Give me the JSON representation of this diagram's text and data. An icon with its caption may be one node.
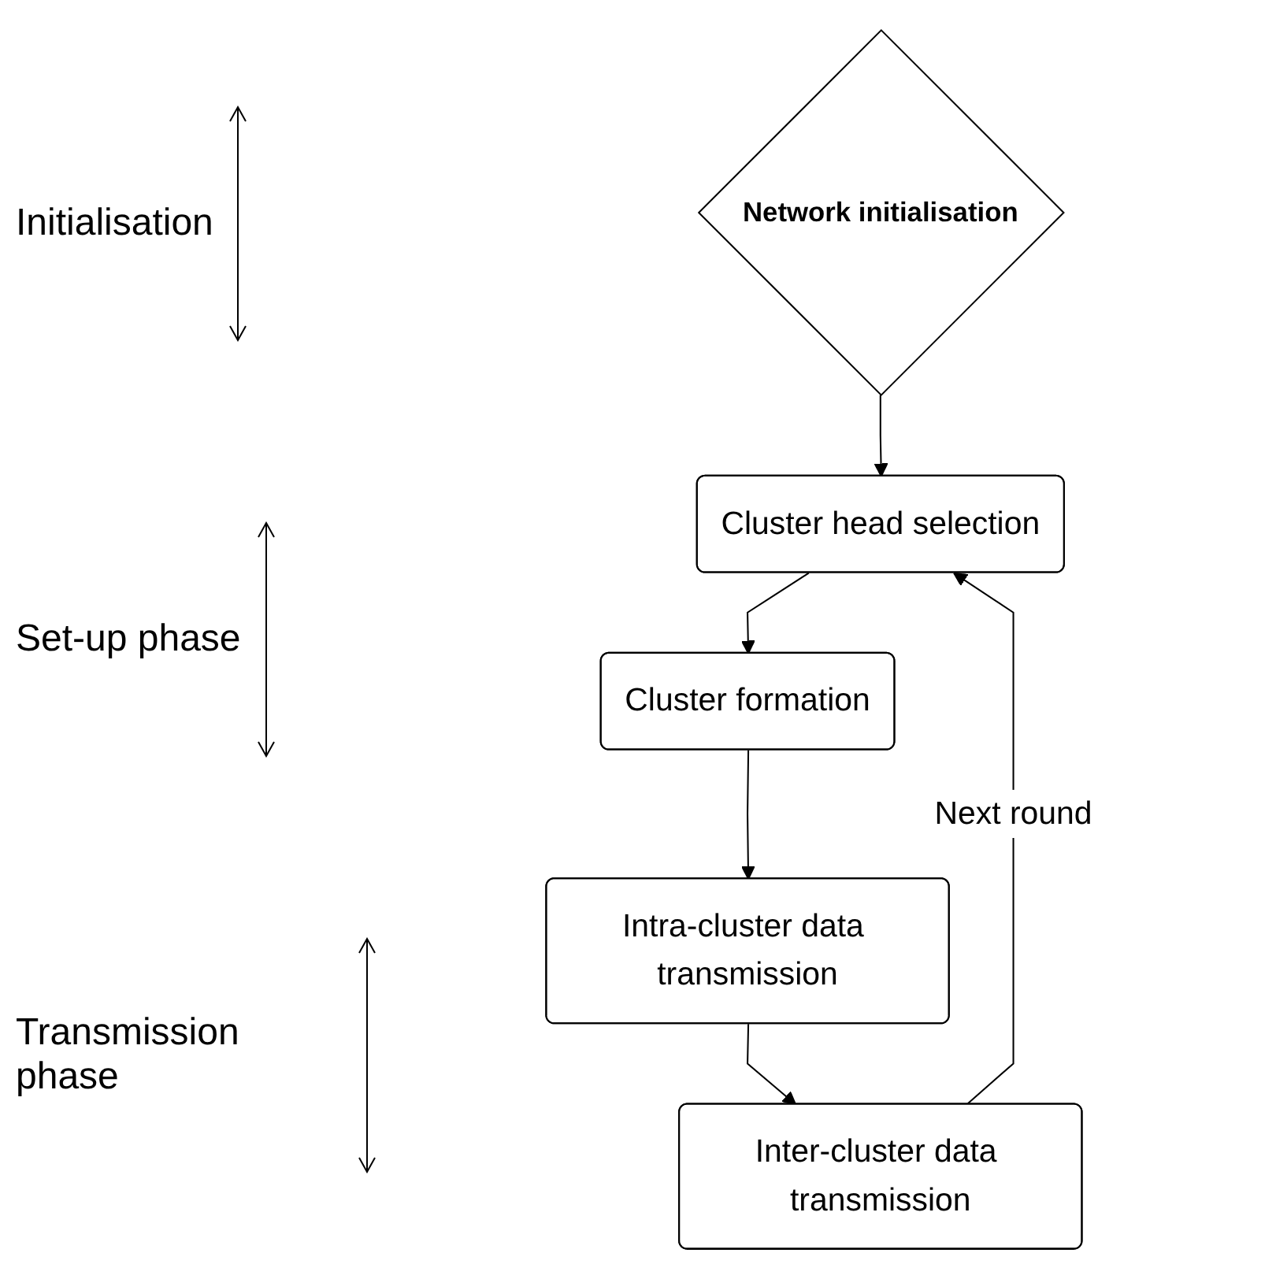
{
  "diagram": {
    "nodes": [
      {
        "text": [
          "Network initialisation"
        ]
      },
      {
        "text": [
          "Cluster head selection"
        ]
      },
      {
        "text": [
          "Cluster formation"
        ]
      },
      {
        "text": [
          "Intra-cluster data transmission"
        ]
      },
      {
        "text": [
          "Inter-cluster data transmission"
        ]
      }
    ],
    "edges": [
      {
        "from": 0,
        "to": 1,
        "arrow": "to"
      },
      {
        "from": 1,
        "to": 2,
        "arrow": "to"
      },
      {
        "from": 2,
        "to": 3,
        "arrow": "to"
      },
      {
        "from": 3,
        "to": 4,
        "arrow": "to"
      },
      {
        "from": 4,
        "to": 1,
        "arrow": "to",
        "label": "Next round"
      }
    ],
    "labels": [
      "Initialisation",
      "Set-up phase",
      "Transmission phase"
    ]
  }
}
